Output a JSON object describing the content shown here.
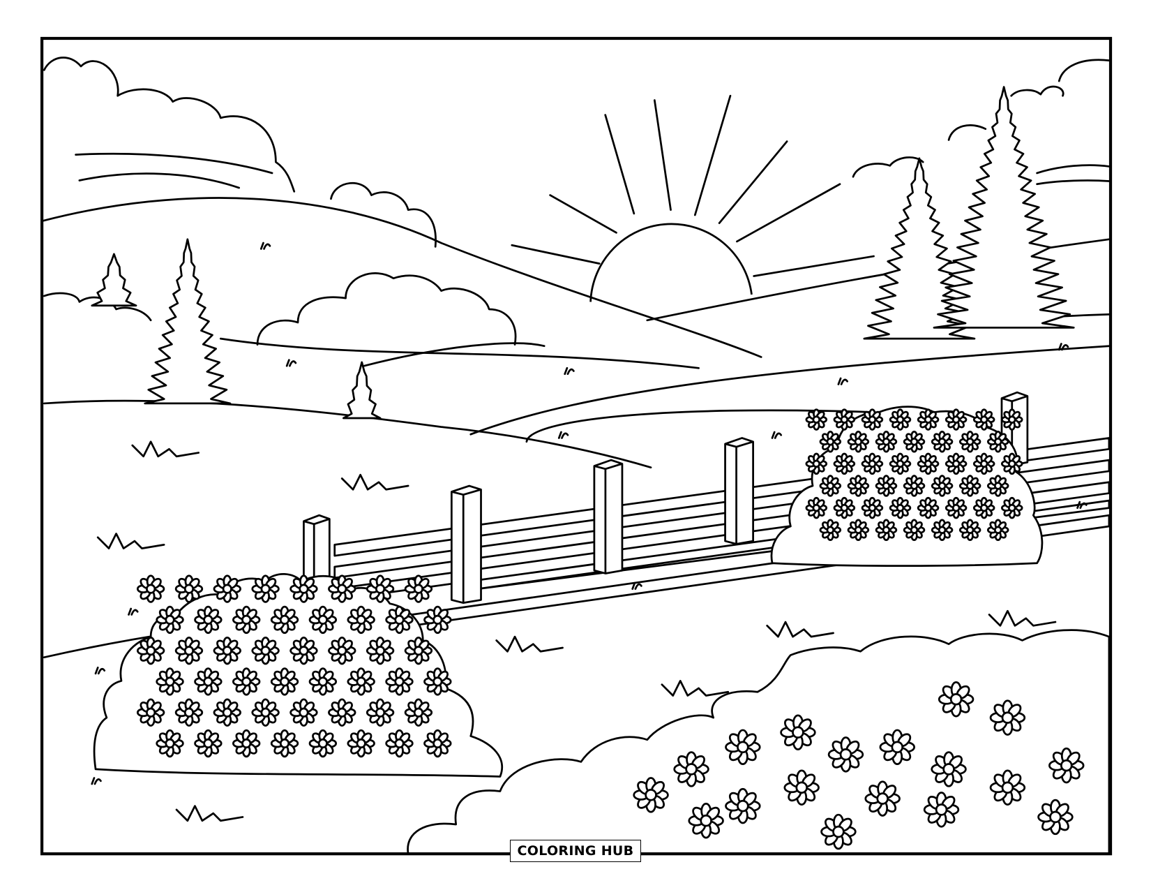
{
  "scene": {
    "description_type": "coloring page line art",
    "line_color": "#000000",
    "background_color": "#ffffff",
    "elements": [
      "sun-icon",
      "cloud-icon",
      "hill",
      "pine-tree-icon",
      "fence",
      "flower-bush",
      "grass-tuft-icon"
    ]
  },
  "logo": {
    "text": "COLORING HUB"
  }
}
